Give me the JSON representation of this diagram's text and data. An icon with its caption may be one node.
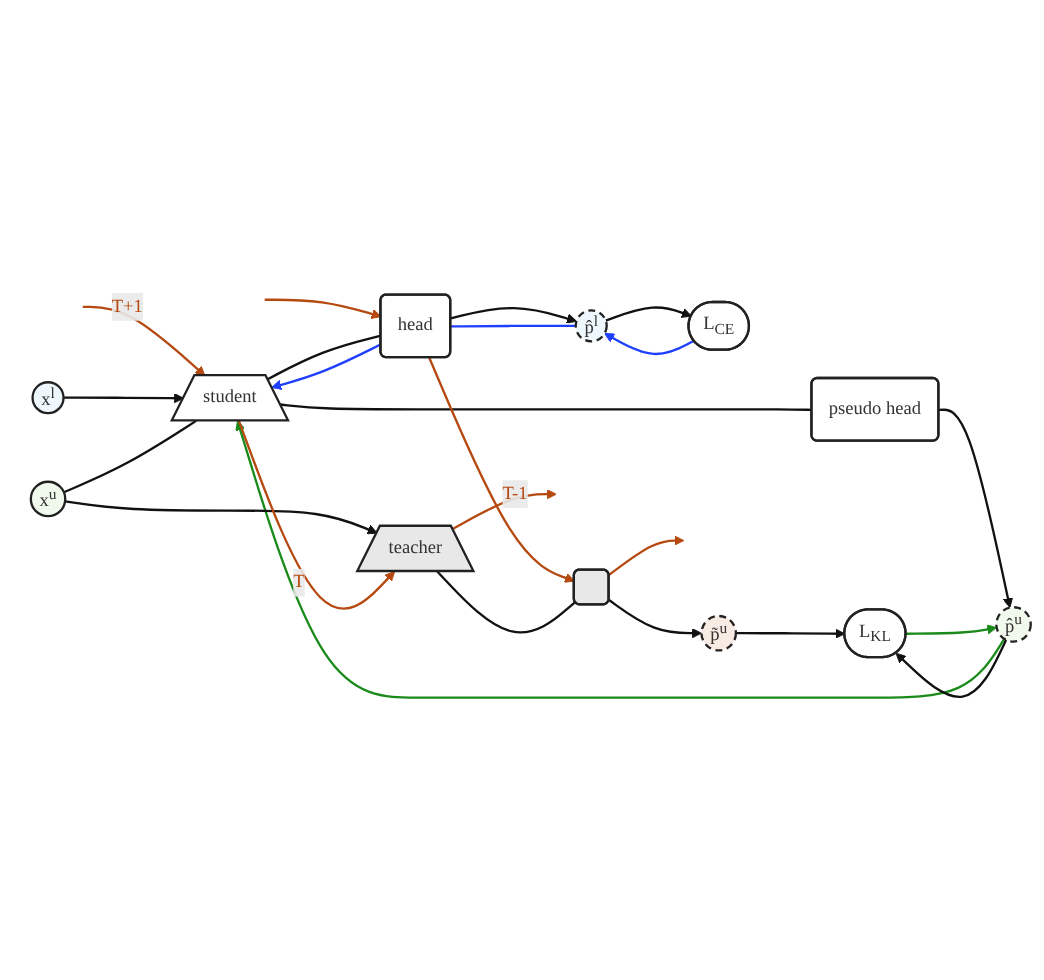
{
  "diagram": {
    "nodes": [
      {
        "text": [
          "x$^{l}$"
        ]
      },
      {
        "text": [
          "student"
        ]
      },
      {
        "text": [
          "head"
        ]
      },
      {
        "text": [
          "p̂$^{l}$"
        ]
      },
      {
        "text": [
          "L$_{CE}$"
        ]
      },
      {
        "text": [
          "pseudo head"
        ]
      },
      {
        "text": [
          "p̂$^{u}$"
        ]
      },
      {
        "text": [
          "x$^{u}$"
        ]
      },
      {
        "text": [
          "teacher"
        ]
      },
      {
        "text": [],
        "shape": "box"
      },
      {
        "text": [
          "p̃$^{u}$"
        ]
      },
      {
        "text": [
          "L$_{KL}$"
        ]
      }
    ],
    "edges": [
      {
        "from": null,
        "to": 1,
        "arrow": "to",
        "label": "T+1",
        "color": "#b5490f"
      },
      {
        "from": null,
        "to": 2,
        "arrow": "to",
        "color": "#b5490f"
      },
      {
        "from": 0,
        "to": 1,
        "arrow": "to"
      },
      {
        "from": 1,
        "to": 2,
        "arrow": "none"
      },
      {
        "from": 2,
        "to": 3,
        "arrow": "to"
      },
      {
        "from": 3,
        "to": 4,
        "arrow": "to"
      },
      {
        "from": 4,
        "to": 3,
        "arrow": "to",
        "color": "#1f3fff"
      },
      {
        "from": 3,
        "to": 2,
        "arrow": "none",
        "color": "#1f3fff"
      },
      {
        "from": 2,
        "to": 1,
        "arrow": "to",
        "color": "#1f3fff"
      },
      {
        "from": 1,
        "to": 5,
        "arrow": "none"
      },
      {
        "from": 5,
        "to": 6,
        "arrow": "to"
      },
      {
        "from": 6,
        "to": 1,
        "arrow": "to",
        "color": "#1a8a1a"
      },
      {
        "from": 7,
        "to": 1,
        "arrow": "none"
      },
      {
        "from": 7,
        "to": 8,
        "arrow": "to"
      },
      {
        "from": 1,
        "to": 8,
        "arrow": "to",
        "label": "T",
        "color": "#b5490f"
      },
      {
        "from": 2,
        "to": 9,
        "arrow": "to",
        "color": "#b5490f"
      },
      {
        "from": 8,
        "to": 9,
        "arrow": "none"
      },
      {
        "from": 9,
        "to": 10,
        "arrow": "to"
      },
      {
        "from": 10,
        "to": 11,
        "arrow": "to"
      },
      {
        "from": 6,
        "to": 11,
        "arrow": "to"
      },
      {
        "from": 11,
        "to": 6,
        "arrow": "to",
        "color": "#1a8a1a"
      },
      {
        "from": 8,
        "to": null,
        "arrow": "to",
        "label": "T-1",
        "color": "#b5490f"
      },
      {
        "from": 9,
        "to": null,
        "arrow": "to",
        "color": "#b5490f"
      }
    ]
  }
}
